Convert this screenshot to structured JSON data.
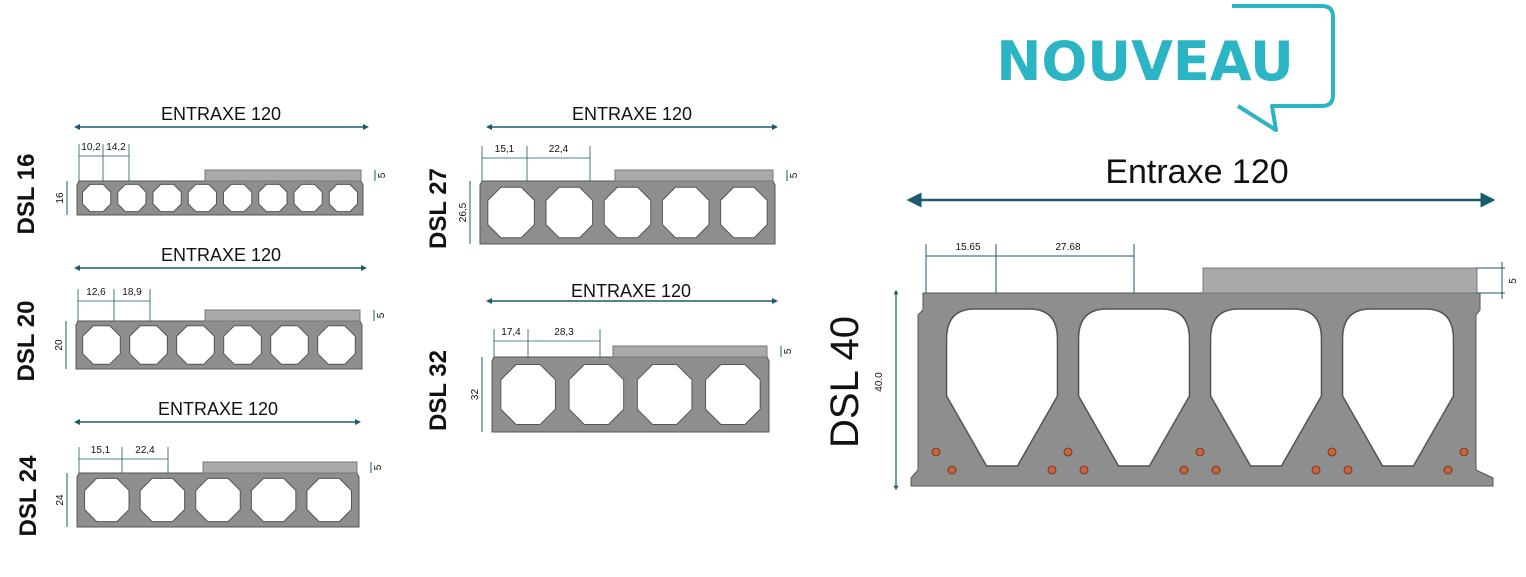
{
  "badge": {
    "text": "NOUVEAU"
  },
  "colors": {
    "accent": "#2ab4c4",
    "arrow": "#1c5a6e",
    "concrete": "#8e8e8e",
    "topping": "#a9a9a9",
    "rebar": "#c8623a"
  },
  "slabs": [
    {
      "id": "dsl16",
      "name": "DSL 16",
      "entraxe": "ENTRAXE 120",
      "dim_a": "10,2",
      "dim_b": "14,2",
      "height": "16",
      "topping": "5",
      "cores": 8
    },
    {
      "id": "dsl20",
      "name": "DSL 20",
      "entraxe": "ENTRAXE 120",
      "dim_a": "12,6",
      "dim_b": "18,9",
      "height": "20",
      "topping": "5",
      "cores": 6
    },
    {
      "id": "dsl24",
      "name": "DSL 24",
      "entraxe": "ENTRAXE 120",
      "dim_a": "15,1",
      "dim_b": "22,4",
      "height": "24",
      "topping": "5",
      "cores": 5
    },
    {
      "id": "dsl27",
      "name": "DSL 27",
      "entraxe": "ENTRAXE 120",
      "dim_a": "15,1",
      "dim_b": "22,4",
      "height": "26,5",
      "topping": "5",
      "cores": 5
    },
    {
      "id": "dsl32",
      "name": "DSL 32",
      "entraxe": "ENTRAXE 120",
      "dim_a": "17,4",
      "dim_b": "28,3",
      "height": "32",
      "topping": "5",
      "cores": 4
    },
    {
      "id": "dsl40",
      "name": "DSL 40",
      "entraxe": "Entraxe 120",
      "dim_a": "15.65",
      "dim_b": "27.68",
      "height": "40.0",
      "topping": "5",
      "cores": 4
    }
  ]
}
